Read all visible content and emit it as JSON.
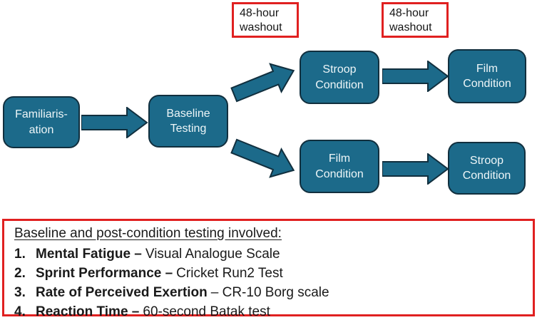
{
  "figure_type": "study-design-flowchart",
  "colors": {
    "node_fill": "#1c6a8a",
    "node_border": "#112f3e",
    "node_text": "#eef6f8",
    "highlight_red": "#e02020",
    "body_text": "#1a1a1a"
  },
  "flow": {
    "node_labels": [
      "Familiaris-\nation",
      "Baseline\nTesting",
      "Stroop\nCondition",
      "Film\nCondition",
      "Film\nCondition",
      "Stroop\nCondition"
    ]
  },
  "washout_labels": [
    "48-hour\nwashout",
    "48-hour\nwashout"
  ],
  "panel": {
    "heading": "Baseline and post-condition testing involved:",
    "items": [
      {
        "num": "1.",
        "title": "Mental Fatigue –",
        "desc": "Visual Analogue Scale"
      },
      {
        "num": "2.",
        "title": "Sprint Performance –",
        "desc": "Cricket Run2 Test"
      },
      {
        "num": "3.",
        "title": "Rate of Perceived Exertion",
        "desc": "– CR-10 Borg scale"
      },
      {
        "num": "4.",
        "title": "Reaction Time –",
        "desc": "60-second Batak test"
      }
    ]
  }
}
